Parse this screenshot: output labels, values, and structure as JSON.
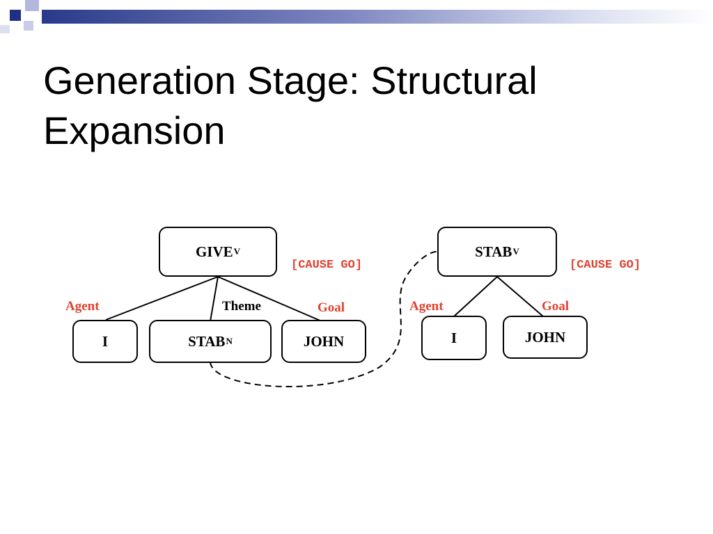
{
  "slide": {
    "title_line1": "Generation Stage: Structural",
    "title_line2": "Expansion"
  },
  "diagram": {
    "left_tree": {
      "root": {
        "label": "GIVE",
        "sub": "V"
      },
      "primitive": "[CAUSE GO]",
      "roles": {
        "agent": "Agent",
        "theme": "Theme",
        "goal": "Goal"
      },
      "children": {
        "agent": {
          "label": "I"
        },
        "theme": {
          "label": "STAB",
          "sub": "N"
        },
        "goal": {
          "label": "JOHN"
        }
      }
    },
    "right_tree": {
      "root": {
        "label": "STAB",
        "sub": "V"
      },
      "primitive": "[CAUSE GO]",
      "roles": {
        "agent": "Agent",
        "goal": "Goal"
      },
      "children": {
        "agent": {
          "label": "I"
        },
        "goal": {
          "label": "JOHN"
        }
      }
    },
    "colors": {
      "role_red": "#e0412f",
      "line": "#000000"
    }
  }
}
